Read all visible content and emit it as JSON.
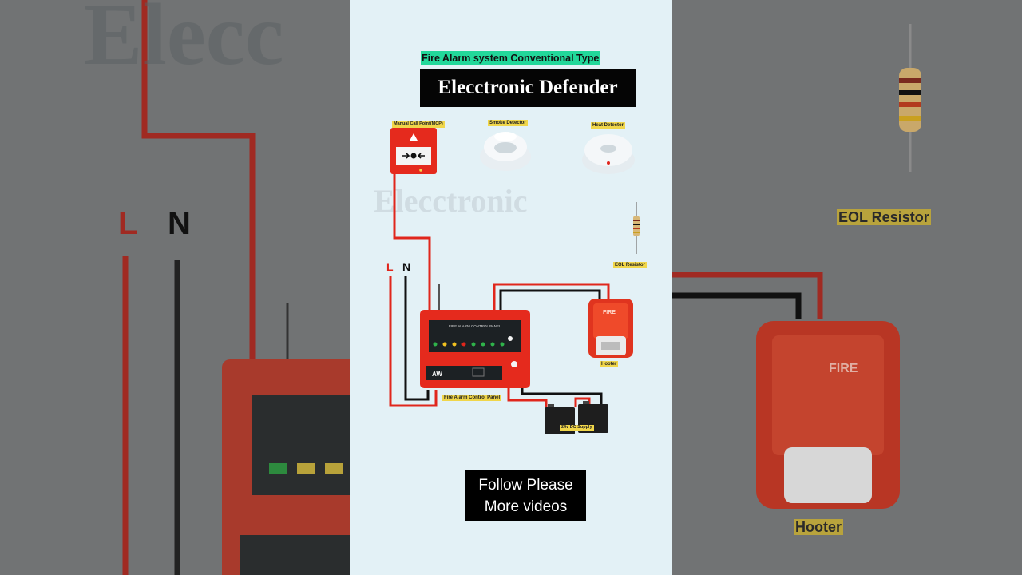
{
  "header": {
    "tag": "Fire Alarm system Conventional Type",
    "title": "Elecctronic Defender"
  },
  "watermark": "Elecctronic",
  "watermark_bg": "Elecc",
  "devices": {
    "mcp_label": "Manual Call Point(MCP)",
    "smoke_label": "Smoke Detector",
    "heat_label": "Heat Detector",
    "eol_label": "EOL Resistor",
    "hooter_label": "Hooter",
    "hooter_text": "FIRE",
    "panel_label": "Fire Alarm Control Panel",
    "panel_title": "FIRE ALARM CONTROL PANEL",
    "panel_brand": "AW",
    "battery_label": "24v DC Supply"
  },
  "wiring": {
    "live": "L",
    "neutral": "N"
  },
  "follow": {
    "line1": "Follow Please",
    "line2": "More videos"
  },
  "colors": {
    "wire_red": "#e0261c",
    "wire_black": "#111111",
    "device_red": "#e52a1d",
    "label_yellow": "#f0d64a",
    "tag_green": "#22d89a"
  }
}
